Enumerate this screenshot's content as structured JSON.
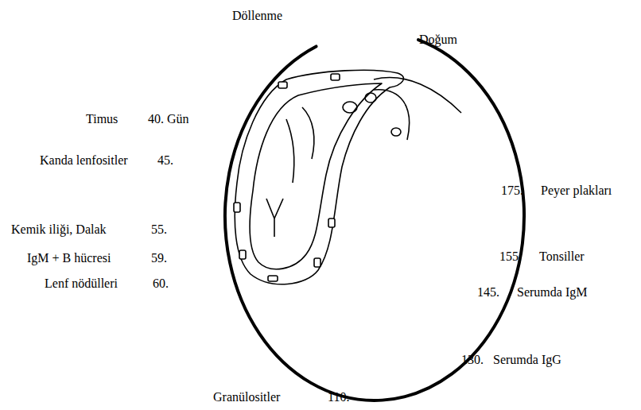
{
  "diagram": {
    "labels": [
      "Döllenme",
      "Doğum",
      "Timus",
      "40. Gün",
      "Kanda lenfositler",
      "45.",
      "Kemik iliği, Dalak",
      "55.",
      "IgM + B hücresi",
      "59.",
      "Lenf nödülleri",
      "60.",
      "175.",
      "Peyer plakları",
      "155.",
      "Tonsiller",
      "145.",
      "Serumda IgM",
      "130.",
      "Serumda IgG",
      "Granülositler",
      "110."
    ]
  }
}
